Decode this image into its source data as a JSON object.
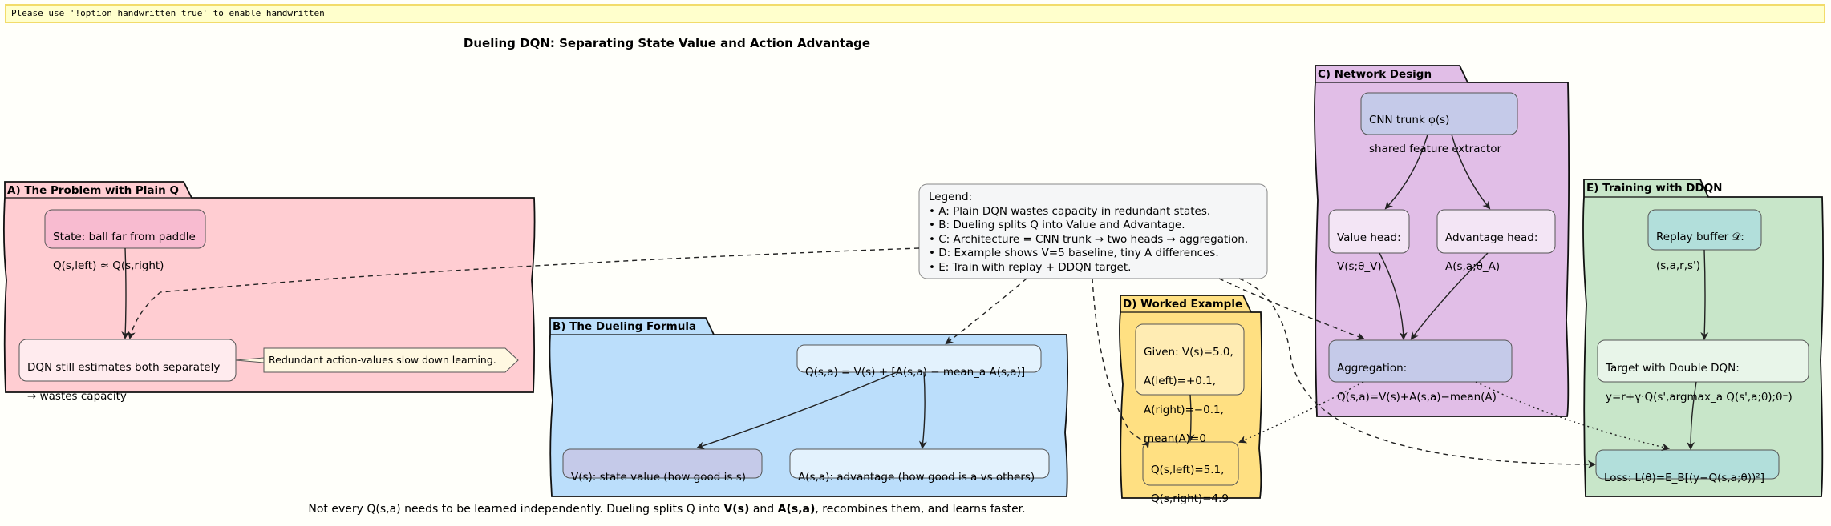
{
  "warning": "Please use '!option handwritten true' to enable handwritten",
  "title": "Dueling DQN: Separating State Value and Action Advantage",
  "caption": {
    "before": "Not every Q(s,a) needs to be learned independently. Dueling splits Q into ",
    "bold1": "V(s)",
    "mid": " and ",
    "bold2": "A(s,a)",
    "after": ", recombines them, and learns faster."
  },
  "packages": {
    "a": "A) The Problem with Plain Q",
    "b": "B) The Dueling Formula",
    "c": "C) Network Design",
    "d": "D) Worked Example",
    "e": "E) Training with DDQN"
  },
  "nodes": {
    "state": [
      "State: ball far from paddle",
      "Q(s,left) ≈ Q(s,right)"
    ],
    "dqn": [
      "DQN still estimates both separately",
      "→ wastes capacity"
    ],
    "note": "Redundant action-values slow down learning.",
    "formula": [
      "Q(s,a) = V(s) + [A(s,a) − mean_a A(s,a)]"
    ],
    "vs": [
      "V(s): state value (how good is s)"
    ],
    "asa": [
      "A(s,a): advantage (how good is a vs others)"
    ],
    "trunk": [
      "CNN trunk φ(s)",
      "shared feature extractor"
    ],
    "valuehead": [
      "Value head:",
      "V(s;θ_V)"
    ],
    "advhead": [
      "Advantage head:",
      "A(s,a;θ_A)"
    ],
    "agg": [
      "Aggregation:",
      "Q(s,a)=V(s)+A(s,a)−mean(A)"
    ],
    "given": [
      "Given: V(s)=5.0,",
      "A(left)=+0.1,",
      "A(right)=−0.1,",
      "mean(A)=0"
    ],
    "result": [
      "Q(s,left)=5.1,",
      "Q(s,right)=4.9"
    ],
    "replay": [
      "Replay buffer 𝒟:",
      "(s,a,r,s')"
    ],
    "target": [
      "Target with Double DQN:",
      "y=r+γ·Q(s',argmax_a Q(s',a;θ);θ⁻)"
    ],
    "loss": [
      "Loss: L(θ)=E_B[(y−Q(s,a;θ))²]"
    ]
  },
  "legend": [
    "Legend:",
    "• A: Plain DQN wastes capacity in redundant states.",
    "• B: Dueling splits Q into Value and Advantage.",
    "• C: Architecture = CNN trunk → two heads → aggregation.",
    "• D: Example shows V=5 baseline, tiny A differences.",
    "• E: Train with replay + DDQN target."
  ],
  "colors": {
    "background": "#FFFFFA",
    "pkg_a": "#FFCDD2",
    "pkg_b": "#BBDEFB",
    "pkg_c": "#E1BEE7",
    "pkg_d": "#FFE082",
    "pkg_e": "#C8E6C9",
    "legend": "#F5F6F7"
  }
}
